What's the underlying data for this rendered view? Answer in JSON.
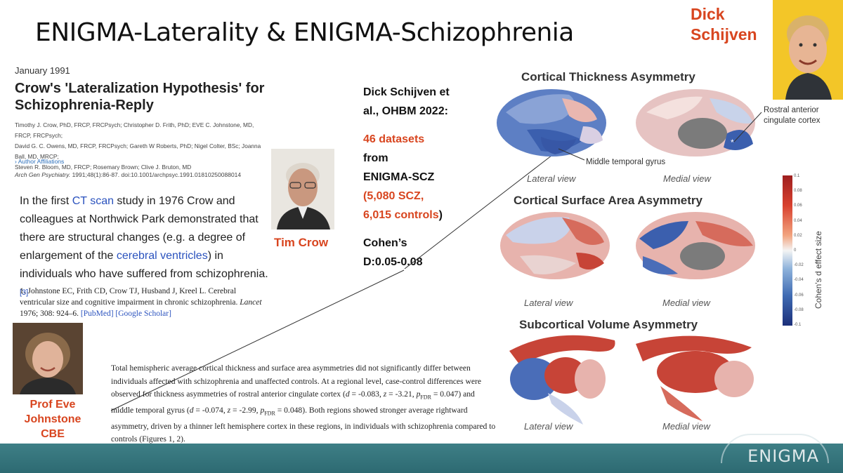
{
  "slide": {
    "title": "ENIGMA-Laterality & ENIGMA-Schizophrenia",
    "speaker_line1": "Dick",
    "speaker_line2": "Schijven",
    "logo_text": "ENIGMA"
  },
  "article": {
    "date": "January 1991",
    "title": "Crow's 'Lateralization Hypothesis' for Schizophrenia-Reply",
    "authors_line1": "Timothy J. Crow, PhD, FRCP, FRCPsych; Christopher D. Frith, PhD; EVE C. Johnstone, MD, FRCP, FRCPsych;",
    "authors_line2": "David G. C. Owens, MD, FRCP, FRCPsych; Gareth W Roberts, PhD; Nigel Colter, BSc; Joanna Ball, MD, MRCP;",
    "authors_line3": "Steven R. Bloom, MD, FRCP; Rosemary Brown; Clive J. Bruton, MD",
    "affiliations_link": "Author Affiliations",
    "journal": "Arch Gen Psychiatry.",
    "citation_rest": " 1991;48(1):86-87. doi:10.1001/archpsyc.1991.01810250088014"
  },
  "intro": {
    "t1": "In the first ",
    "link1": "CT scan",
    "t2": " study in 1976 Crow and colleagues at Northwick Park demonstrated that there are structural changes (e.g. a degree of enlargement of the ",
    "link2": "cerebral ventricles",
    "t3": ") in individuals who have suffered from schizophrenia.",
    "ref_mark": "[3]"
  },
  "reference": {
    "text": "1. Johnstone EC, Frith CD, Crow TJ, Husband J, Kreel L. Cerebral ventricular size and cognitive impairment in chronic schizophrenia. ",
    "journal": "Lancet",
    "rest": " 1976; 308: 924–6. ",
    "pubmed": "[PubMed]",
    "scholar": "[Google Scholar]"
  },
  "people": {
    "crow_label": "Tim Crow",
    "eve_line1": "Prof Eve",
    "eve_line2": "Johnstone",
    "eve_line3": "CBE"
  },
  "summary": {
    "l1": "Dick Schijven et",
    "l2": "al., OHBM 2022:",
    "l3": "46 datasets",
    "l4": "from",
    "l5": "ENIGMA-SCZ",
    "l6": "(5,080 SCZ,",
    "l7": "6,015 controls",
    "l7b": ")",
    "l8": "Cohen’s",
    "l9": "D:0.05-0.08"
  },
  "abstract": {
    "p1": "Total hemispheric average cortical thickness and surface area asymmetries did not significantly differ between individuals affected with schizophrenia and unaffected controls. At a regional level, case-control differences were observed for thickness asymmetries of rostral anterior cingulate cortex (",
    "d1": "d",
    "p2": " = -0.083, ",
    "z1": "z",
    "p3": " = -3.21, ",
    "pf1": "p",
    "pf1sub": "FDR",
    "p4": " = 0.047) and middle temporal gyrus (",
    "d2": "d",
    "p5": " = -0.074, ",
    "z2": "z",
    "p6": " = -2.99, ",
    "pf2": "p",
    "pf2sub": "FDR",
    "p7": " = 0.048). Both regions showed stronger average rightward asymmetry, driven by a thinner left hemisphere cortex in these regions, in individuals with schizophrenia compared to controls (Figures 1, 2)."
  },
  "figure": {
    "section1": "Cortical Thickness Asymmetry",
    "section2": "Cortical Surface Area Asymmetry",
    "section3": "Subcortical Volume Asymmetry",
    "lateral": "Lateral view",
    "medial": "Medial view",
    "annot_rostral1": "Rostral anterior",
    "annot_rostral2": "cingulate cortex",
    "annot_mtg": "Middle temporal gyrus",
    "colorbar_label": "Cohen's d effect size",
    "colorbar_ticks": [
      "0.1",
      "0.08",
      "0.06",
      "0.04",
      "0.02",
      "0",
      "-0.02",
      "-0.04",
      "-0.06",
      "-0.08",
      "-0.1"
    ],
    "colors": {
      "red": "#d8412f",
      "blue": "#3f6bb3",
      "light": "#f2d6cf"
    }
  },
  "colors": {
    "accent": "#d8451f",
    "link": "#2a52be",
    "bar": "#2d6a72"
  }
}
